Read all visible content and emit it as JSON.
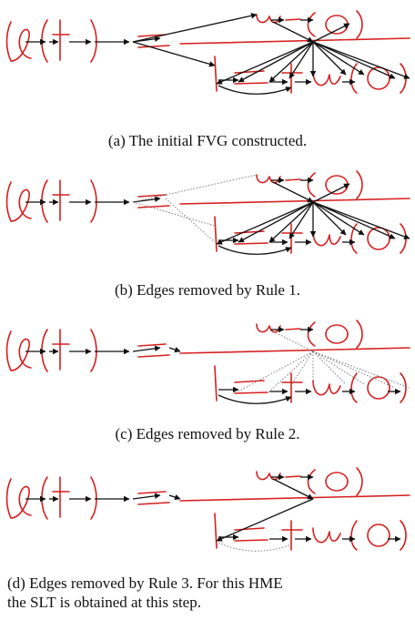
{
  "figure": {
    "panels": [
      {
        "id": "a",
        "caption": "(a) The initial FVG constructed."
      },
      {
        "id": "b",
        "caption": "(b) Edges removed by Rule 1."
      },
      {
        "id": "c",
        "caption": "(c) Edges removed by Rule 2."
      },
      {
        "id": "d",
        "caption_line1": "(d) Edges removed by Rule 3. For this HME",
        "caption_line2": "the SLT is obtained at this step."
      }
    ]
  }
}
